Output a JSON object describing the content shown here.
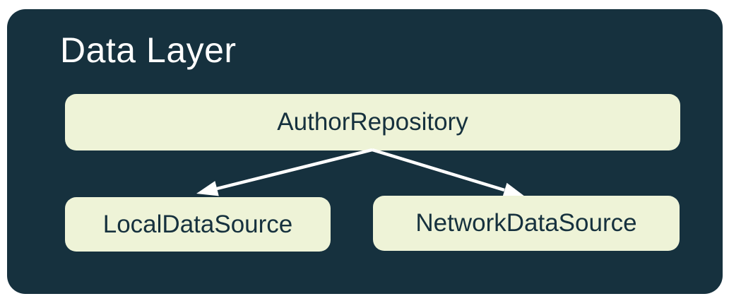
{
  "diagram": {
    "title": "Data Layer",
    "nodes": [
      {
        "id": "author-repository",
        "label": "AuthorRepository"
      },
      {
        "id": "local-data-source",
        "label": "LocalDataSource"
      },
      {
        "id": "network-data-source",
        "label": "NetworkDataSource"
      }
    ],
    "edges": [
      {
        "from": "AuthorRepository",
        "to": "LocalDataSource"
      },
      {
        "from": "AuthorRepository",
        "to": "NetworkDataSource"
      }
    ],
    "colors": {
      "container_bg": "#16313e",
      "node_bg": "#eef3d7",
      "node_text": "#16313e",
      "title_text": "#ffffff",
      "arrow": "#ffffff",
      "page_bg": "#ffffff"
    }
  }
}
